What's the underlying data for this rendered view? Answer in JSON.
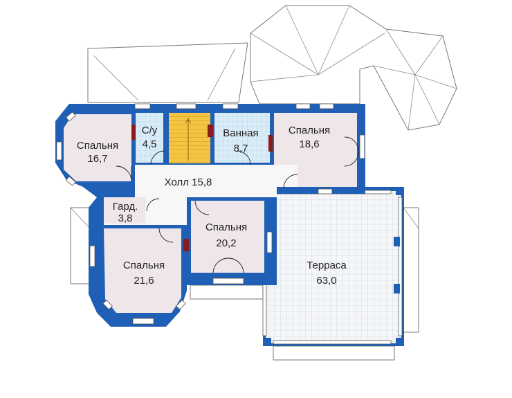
{
  "rooms": [
    {
      "id": "bedroom-1",
      "name": "Спальня",
      "area": "16,7"
    },
    {
      "id": "wc",
      "name": "С/у",
      "area": "4,5"
    },
    {
      "id": "bathroom",
      "name": "Ванная",
      "area": "8,7"
    },
    {
      "id": "bedroom-2",
      "name": "Спальня",
      "area": "18,6"
    },
    {
      "id": "hall",
      "name": "Холл 15,8",
      "area": ""
    },
    {
      "id": "wardrobe",
      "name": "Гард.",
      "area": "3,8"
    },
    {
      "id": "bedroom-3",
      "name": "Спальня",
      "area": "20,2"
    },
    {
      "id": "bedroom-4",
      "name": "Спальня",
      "area": "21,6"
    },
    {
      "id": "terrace",
      "name": "Терраса",
      "area": "63,0"
    }
  ],
  "colors": {
    "wall": "#1f5fb5",
    "room_fill": "#efe6ea",
    "tile_fill": "#d9ecf7",
    "stair_fill": "#f5c542"
  }
}
